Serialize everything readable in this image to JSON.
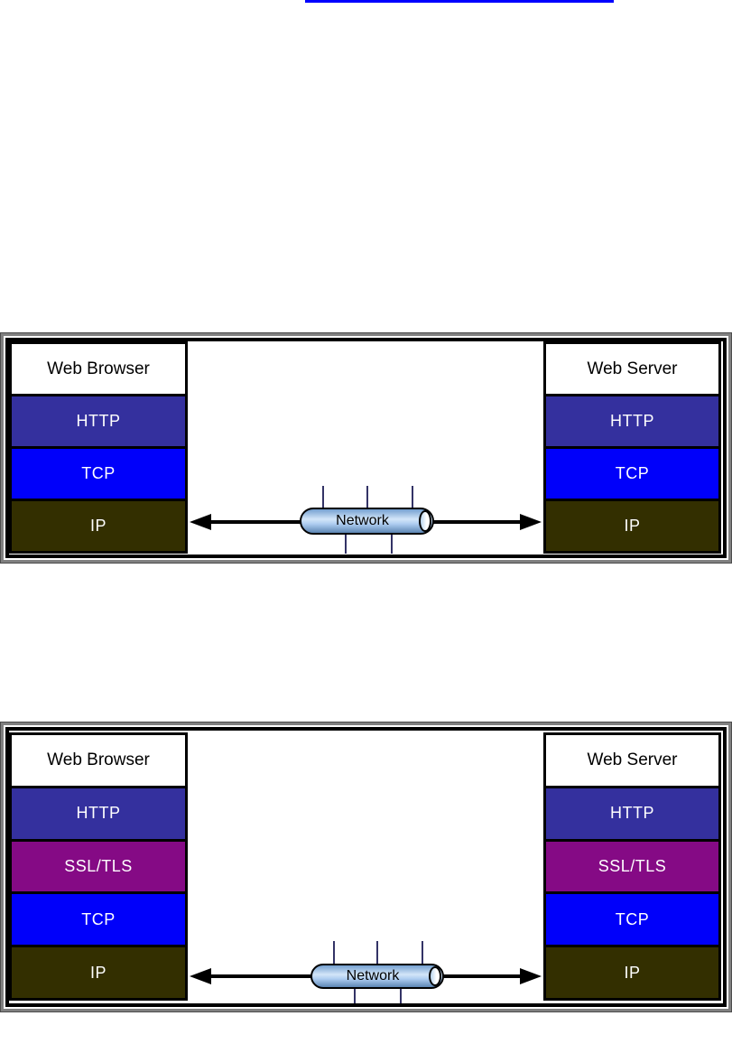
{
  "top_link": {
    "underline_color": "#0000ff"
  },
  "colors": {
    "http": "#34309e",
    "ssl_tls": "#850a85",
    "tcp": "#0000fa",
    "ip": "#332f00",
    "tick": "#333366",
    "link_underline": "#0000ff",
    "frame_outer": "#808080",
    "stack_border": "#000000",
    "arrow": "#000000",
    "cylinder_light": "#d3e6f9",
    "cylinder_dark": "#5d86b4",
    "layer_text": "#ffffff",
    "title_text": "#000000"
  },
  "diagram_http": {
    "browser": {
      "title": "Web Browser",
      "layers": [
        {
          "key": "http",
          "label": "HTTP"
        },
        {
          "key": "tcp",
          "label": "TCP"
        },
        {
          "key": "ip",
          "label": "IP"
        }
      ]
    },
    "server": {
      "title": "Web Server",
      "layers": [
        {
          "key": "http",
          "label": "HTTP"
        },
        {
          "key": "tcp",
          "label": "TCP"
        },
        {
          "key": "ip",
          "label": "IP"
        }
      ]
    },
    "network_label": "Network"
  },
  "diagram_https": {
    "browser": {
      "title": "Web Browser",
      "layers": [
        {
          "key": "http",
          "label": "HTTP"
        },
        {
          "key": "ssl_tls",
          "label": "SSL/TLS"
        },
        {
          "key": "tcp",
          "label": "TCP"
        },
        {
          "key": "ip",
          "label": "IP"
        }
      ]
    },
    "server": {
      "title": "Web Server",
      "layers": [
        {
          "key": "http",
          "label": "HTTP"
        },
        {
          "key": "ssl_tls",
          "label": "SSL/TLS"
        },
        {
          "key": "tcp",
          "label": "TCP"
        },
        {
          "key": "ip",
          "label": "IP"
        }
      ]
    },
    "network_label": "Network"
  }
}
